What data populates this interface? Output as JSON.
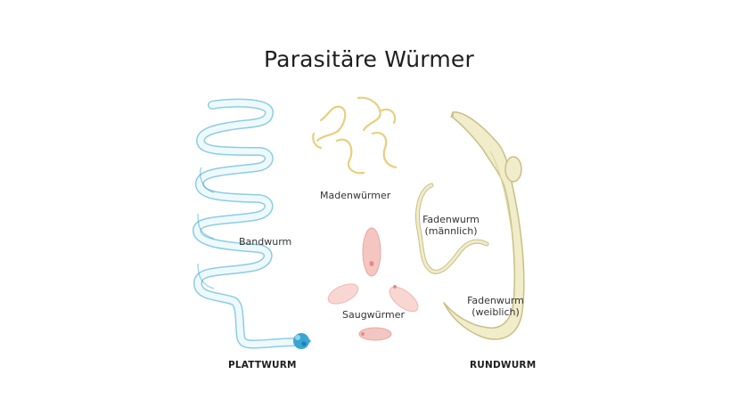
{
  "title": "Parasitäre Würmer",
  "labels": {
    "bandwurm": "Bandwurm",
    "madenwuermer": "Madenwürmer",
    "saugwuermer": "Saugwürmer",
    "fadenwurm_m_line1": "Fadenwurm",
    "fadenwurm_m_line2": "(männlich)",
    "fadenwurm_w_line1": "Fadenwurm",
    "fadenwurm_w_line2": "(weiblich)"
  },
  "groups": {
    "plattwurm": "PLATTWURM",
    "rundwurm": "RUNDWURM"
  },
  "colors": {
    "tapeworm_light": "#dff4fa",
    "tapeworm_edge": "#8ccde4",
    "tapeworm_head": "#3aa5d3",
    "pinworm": "#e7cf7e",
    "fluke": "#f4c6c1",
    "fluke_center": "#e48b88",
    "roundworm_fill": "#f1ecc9",
    "roundworm_edge": "#c9bf86"
  }
}
